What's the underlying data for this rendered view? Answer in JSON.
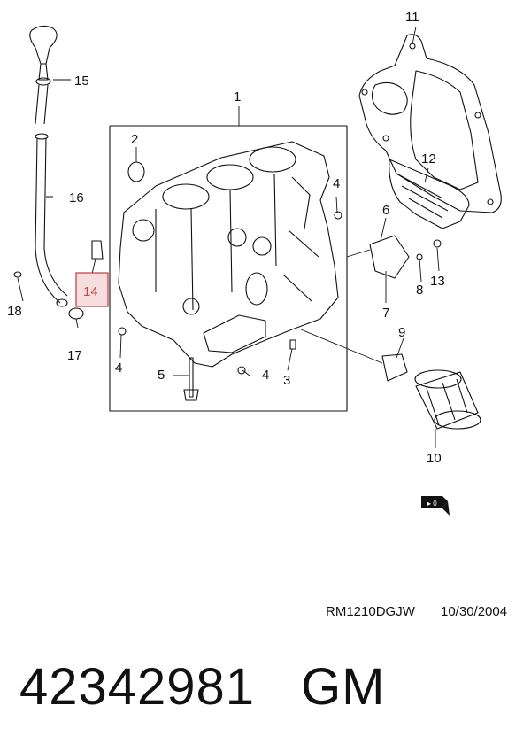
{
  "diagram": {
    "callouts": {
      "c1": "1",
      "c2": "2",
      "c3": "3",
      "c4a": "4",
      "c4b": "4",
      "c4c": "4",
      "c5": "5",
      "c6": "6",
      "c7": "7",
      "c8": "8",
      "c9": "9",
      "c10": "10",
      "c11": "11",
      "c12": "12",
      "c13": "13",
      "c14": "14",
      "c15": "15",
      "c16": "16",
      "c17": "17",
      "c18": "18"
    },
    "highlighted_callout": "14",
    "highlight_color": "#c44848",
    "arrow_badge_text": "▸ 0"
  },
  "footer": {
    "ref_code": "RM1210DGJW",
    "ref_date": "10/30/2004"
  },
  "part": {
    "number": "42342981",
    "brand": "GM"
  }
}
